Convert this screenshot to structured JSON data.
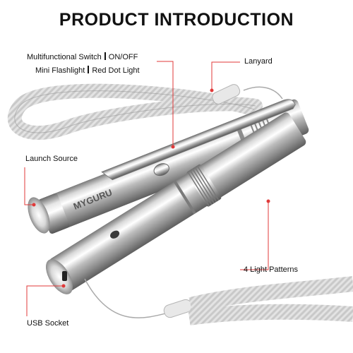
{
  "title": "PRODUCT INTRODUCTION",
  "labels": {
    "switch_line1_a": "Multifunctional Switch",
    "switch_line1_b": "ON/OFF",
    "switch_line2_a": "Mini Flashlight",
    "switch_line2_b": "Red Dot Light",
    "lanyard": "Lanyard",
    "launch_source": "Launch Source",
    "light_patterns": "4 Light Patterns",
    "usb_socket": "USB Socket"
  },
  "brand": "MYGURU",
  "colors": {
    "callout": "#e03a3a",
    "text": "#111111",
    "steel_light": "#f2f2f2",
    "steel_dark": "#6e6e6e"
  }
}
